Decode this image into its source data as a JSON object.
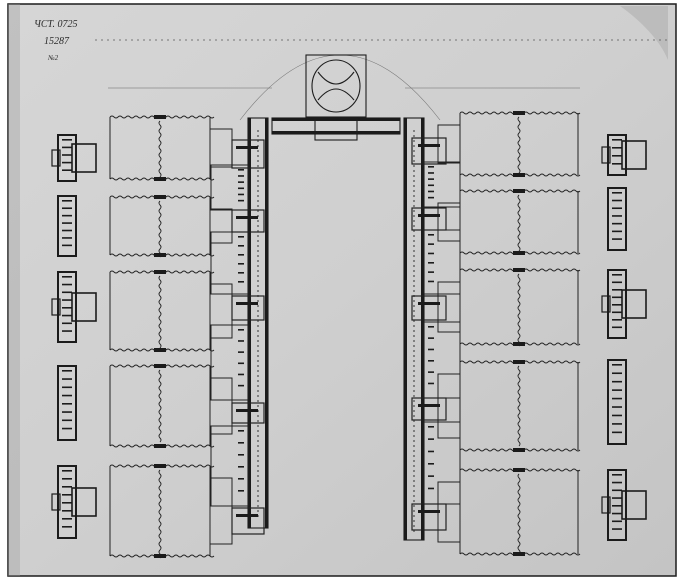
{
  "annotations": {
    "line1": "ЧСТ. 0725",
    "line2": "15287",
    "line3": "№2"
  },
  "colors": {
    "paper": "#d8d8d8",
    "paper_dark": "#bdbdbd",
    "ink": "#1b1b1b"
  }
}
